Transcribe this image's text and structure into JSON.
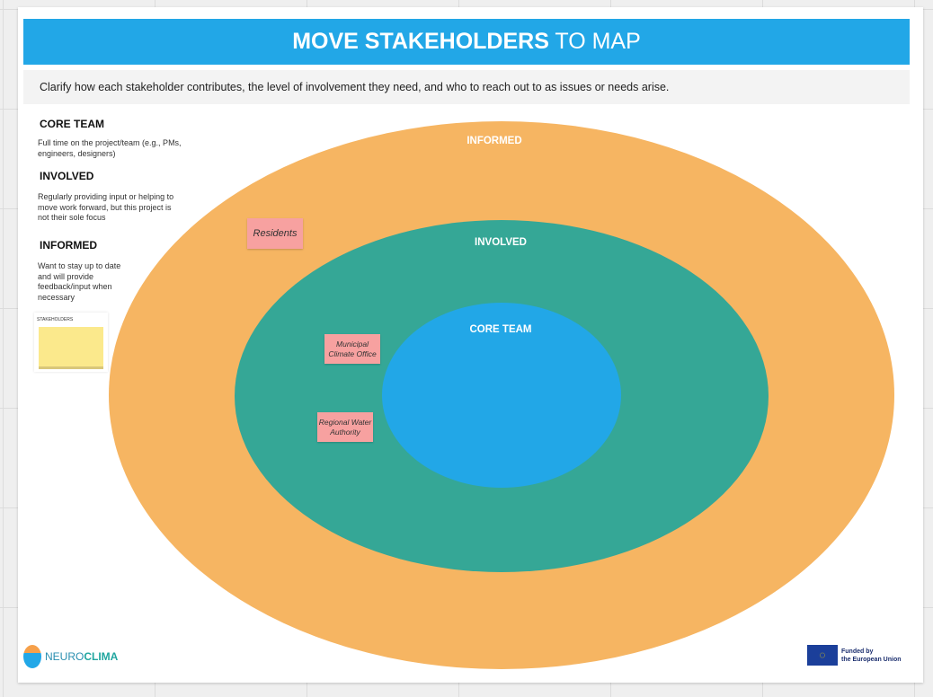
{
  "header": {
    "title_bold": "MOVE STAKEHOLDERS",
    "title_rest": " TO MAP"
  },
  "subtitle": "Clarify how each stakeholder contributes, the level of involvement they need, and who to reach out to as issues or needs arise.",
  "legend": [
    {
      "title": "CORE TEAM",
      "desc": "Full time on the project/team (e.g., PMs, engineers, designers)"
    },
    {
      "title": "INVOLVED",
      "desc": "Regularly providing input or helping to move work forward, but this project is not their sole focus"
    },
    {
      "title": "INFORMED",
      "desc": "Want to stay up to date and will provide feedback/input when necessary"
    }
  ],
  "sticky_pad": {
    "label": "STAKEHOLDERS"
  },
  "rings": {
    "informed": "INFORMED",
    "involved": "INVOLVED",
    "core": "CORE TEAM"
  },
  "stickies": [
    "Residents",
    "Municipal Climate Office",
    "Regional Water Authority"
  ],
  "footer": {
    "logo_a": "NEURO",
    "logo_b": "CLIMA",
    "eu_line1": "Funded by",
    "eu_line2": "the European Union"
  },
  "colors": {
    "header": "#22a7e7",
    "informed": "#f6b562",
    "involved": "#35a796",
    "core": "#22a7e7",
    "sticky": "#f7a1a0"
  }
}
